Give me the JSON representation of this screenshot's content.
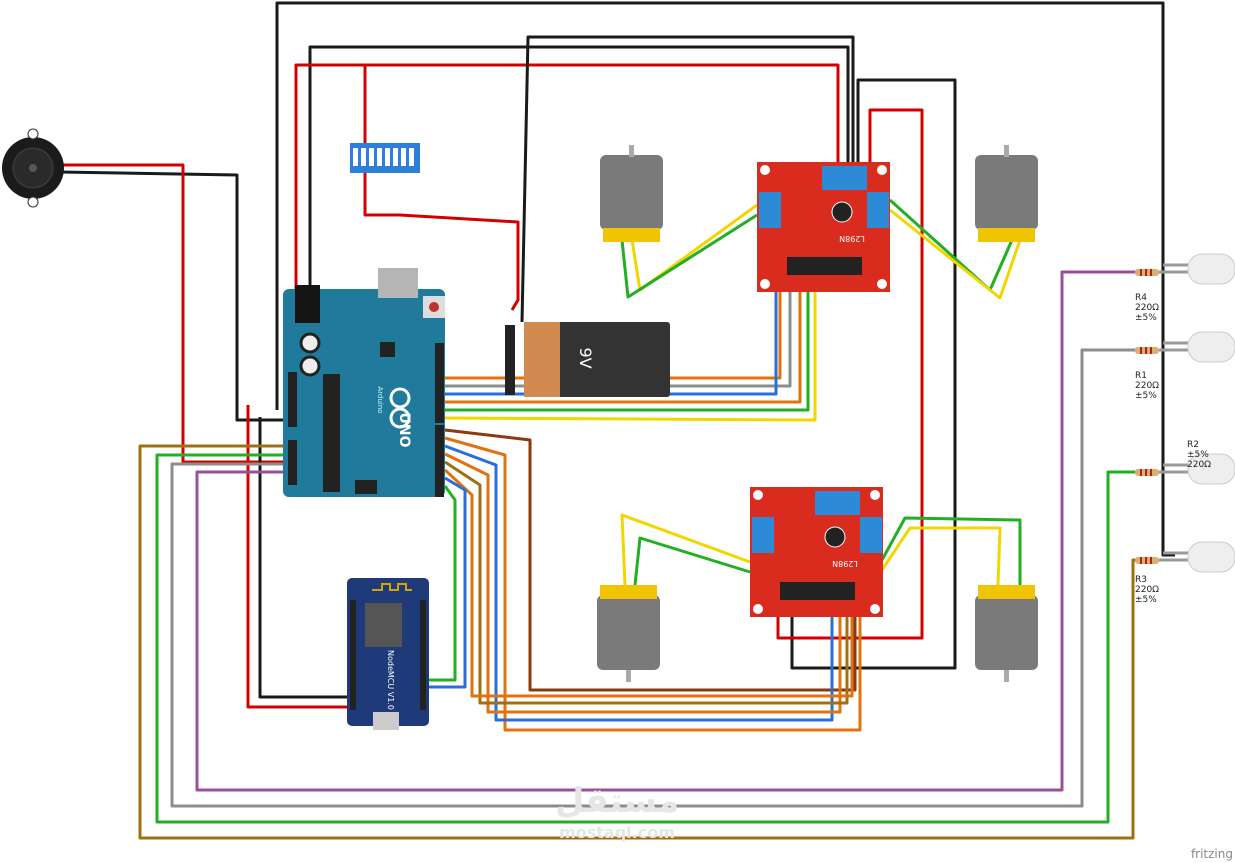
{
  "diagram": {
    "battery_label": "9V",
    "arduino_label": "UNO",
    "arduino_brand": "Arduino",
    "nodemcu_label": "NodeMCU V1.0",
    "driver_label": "L298N",
    "resistors": [
      {
        "name": "R4",
        "lines": [
          "R4",
          "220Ω",
          "±5%"
        ]
      },
      {
        "name": "R1",
        "lines": [
          "R1",
          "220Ω",
          "±5%"
        ]
      },
      {
        "name": "R2",
        "lines": [
          "R2",
          "±5%",
          "220Ω"
        ]
      },
      {
        "name": "R3",
        "lines": [
          "R3",
          "220Ω",
          "±5%"
        ]
      }
    ],
    "watermark_arabic": "مستقل",
    "watermark": "mostaql.com",
    "logo": "fritzing"
  },
  "colors": {
    "black": "#1a1a1a",
    "red": "#d40000",
    "orange": "#e0720f",
    "gray": "#8c8c8c",
    "blue": "#2a6fd6",
    "green": "#22b022",
    "yellow": "#f2d600",
    "brown": "#8b3a0f",
    "purple": "#9b4f9b",
    "ochre": "#a07010",
    "arduino": "#1f7a9c",
    "driver": "#d92b1e",
    "nodemcu": "#1e3a78",
    "motor": "#7a7a7a",
    "terminal": "#2d8ad6"
  }
}
